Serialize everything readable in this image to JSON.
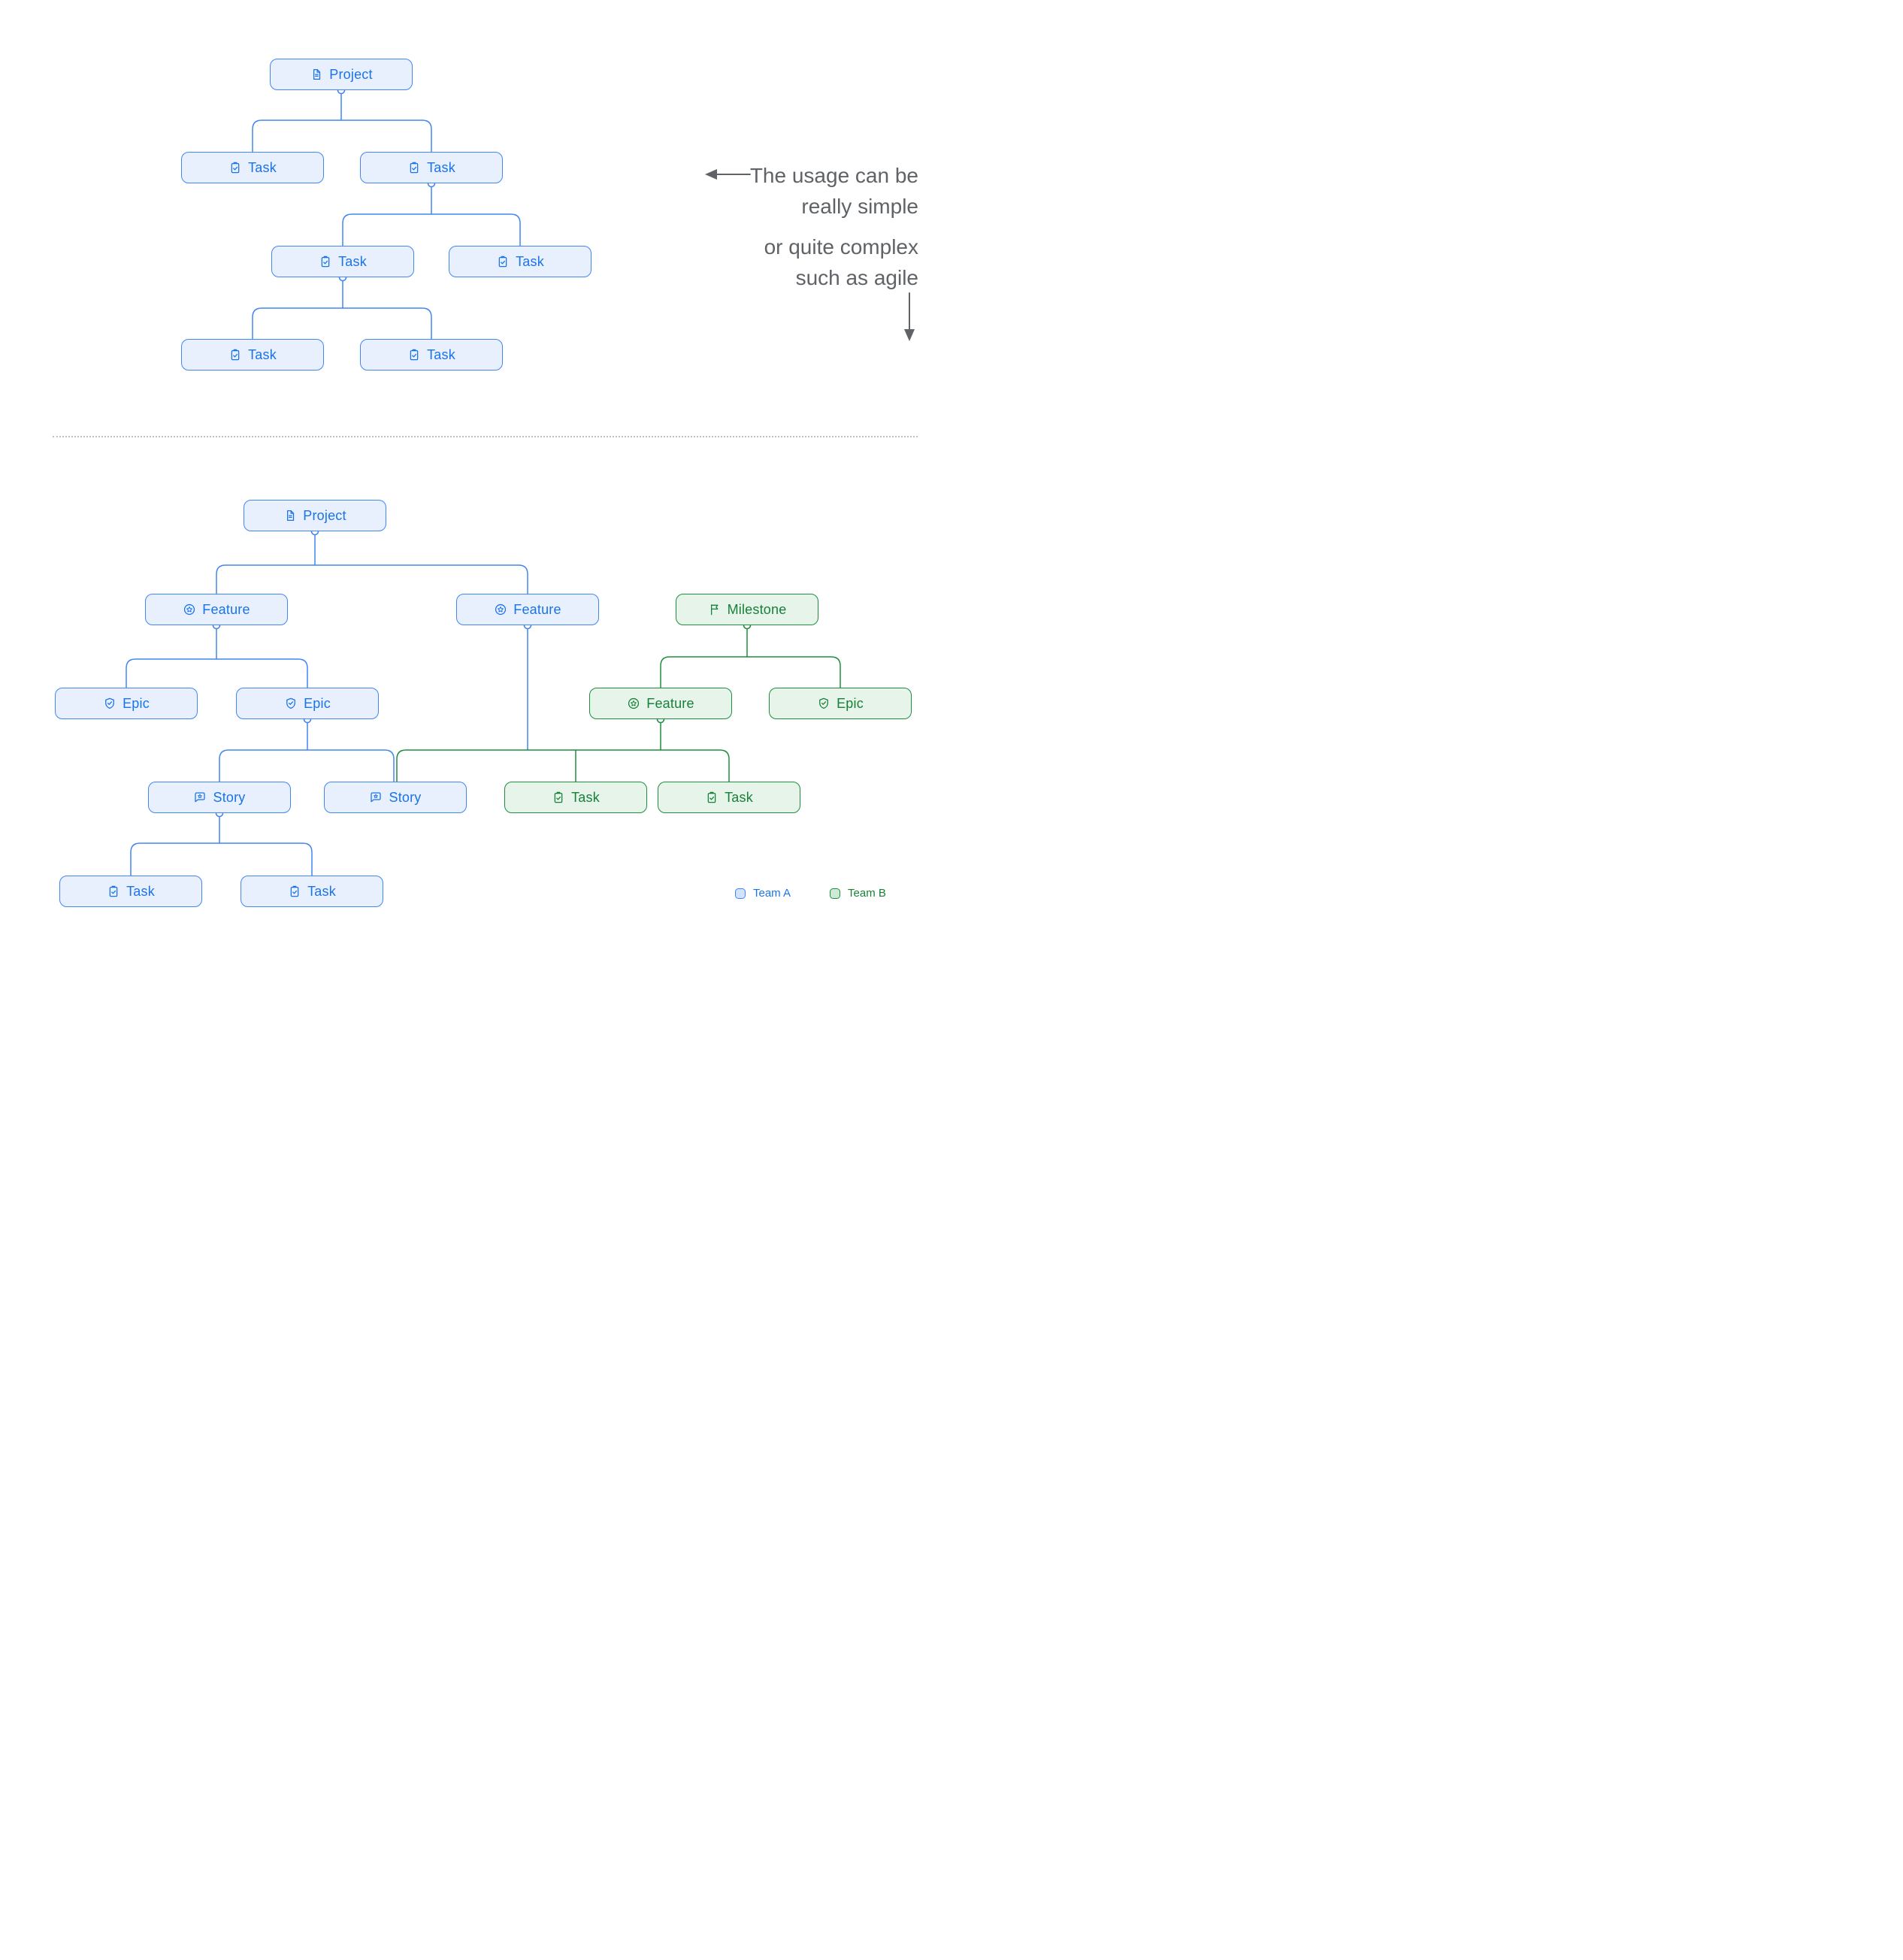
{
  "annotation": {
    "line1": "The usage can be",
    "line2": "really simple",
    "line3": "or quite complex",
    "line4": "such as agile"
  },
  "legend": {
    "team_a": "Team A",
    "team_b": "Team B"
  },
  "colors": {
    "team_a_accent": "#1A73E8",
    "team_a_border": "#4285F4",
    "team_a_fill": "#E8F0FE",
    "team_b_accent": "#188038",
    "team_b_border": "#1E8E3E",
    "team_b_fill": "#E6F4EA",
    "annotation_text": "#5F6368",
    "divider_dots": "#BDC1C6"
  },
  "icons": {
    "project": "document-icon",
    "task": "clipboard-check-icon",
    "feature": "star-circle-icon",
    "epic": "shield-check-icon",
    "milestone": "flag-icon",
    "story": "story-bubble-icon"
  },
  "simple_tree": {
    "project": "Project",
    "tasks": [
      "Task",
      "Task",
      "Task",
      "Task",
      "Task",
      "Task"
    ]
  },
  "complex_tree": {
    "project": "Project",
    "team_a": {
      "features": [
        "Feature",
        "Feature"
      ],
      "epics": [
        "Epic",
        "Epic"
      ],
      "stories": [
        "Story",
        "Story"
      ],
      "tasks": [
        "Task",
        "Task"
      ]
    },
    "team_b": {
      "milestone": "Milestone",
      "feature": "Feature",
      "epic": "Epic",
      "tasks": [
        "Task",
        "Task"
      ]
    }
  }
}
